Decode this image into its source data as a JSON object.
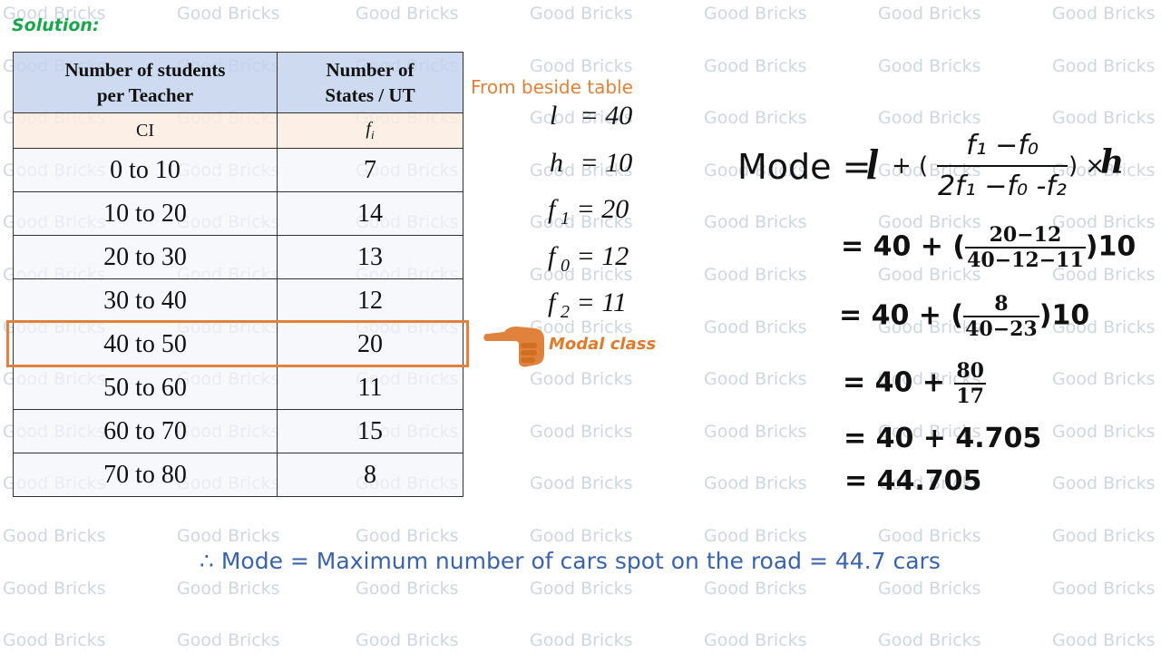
{
  "heading": "Solution:",
  "watermark": "Good Bricks",
  "table": {
    "headers": [
      "Number of students per Teacher",
      "Number of States / UT"
    ],
    "header_lines": [
      [
        "Number of students",
        "per Teacher"
      ],
      [
        "Number of",
        "States / UT"
      ]
    ],
    "subheaders": [
      "CI",
      "f",
      "i"
    ],
    "rows": [
      {
        "ci": "0 to 10",
        "fi": "7"
      },
      {
        "ci": "10 to 20",
        "fi": "14"
      },
      {
        "ci": "20 to 30",
        "fi": "13"
      },
      {
        "ci": "30 to 40",
        "fi": "12"
      },
      {
        "ci": "40 to 50",
        "fi": "20"
      },
      {
        "ci": "50 to 60",
        "fi": "11"
      },
      {
        "ci": "60 to 70",
        "fi": "15"
      },
      {
        "ci": "70 to 80",
        "fi": "8"
      }
    ],
    "highlighted_row_index": 4
  },
  "annotation": {
    "pointer_icon": "pointing-hand",
    "modal_label": "Modal class",
    "accent_color": "#e0823c"
  },
  "given": {
    "caption": "From beside table",
    "values": [
      {
        "sym": "l",
        "sub": "",
        "value": "= 40"
      },
      {
        "sym": "h",
        "sub": "",
        "value": "= 10"
      },
      {
        "sym": "f",
        "sub": "1",
        "value": "= 20"
      },
      {
        "sym": "f",
        "sub": "0",
        "value": "= 12"
      },
      {
        "sym": "f",
        "sub": "2",
        "value": "= 11"
      }
    ]
  },
  "formula": {
    "lhs": "Mode =",
    "l": "l",
    "plus_paren": "+ (",
    "numerator": "f₁ −f₀",
    "denominator": "2f₁ −f₀ -f₂",
    "close_paren_times": ") ×",
    "h": "h"
  },
  "steps": [
    {
      "prefix": "= 40 + (",
      "num": "20−12",
      "den": "40−12−11",
      "suffix": ")10"
    },
    {
      "prefix": "= 40 + (",
      "num": "8",
      "den": "40−23",
      "suffix": ")10"
    },
    {
      "prefix": "= 40 + ",
      "num": "80",
      "den": "17",
      "suffix": ""
    },
    {
      "text": "= 40 + 4.705"
    },
    {
      "text": "= 44.705"
    }
  ],
  "conclusion": "∴ Mode = Maximum number of cars spot on the road  = 44.7 cars",
  "colors": {
    "heading": "#1aa64a",
    "accent": "#e0823c",
    "conclusion": "#3a63ad",
    "table_header_bg": "#c4d4ec",
    "table_subheader_bg": "#fcece0"
  }
}
